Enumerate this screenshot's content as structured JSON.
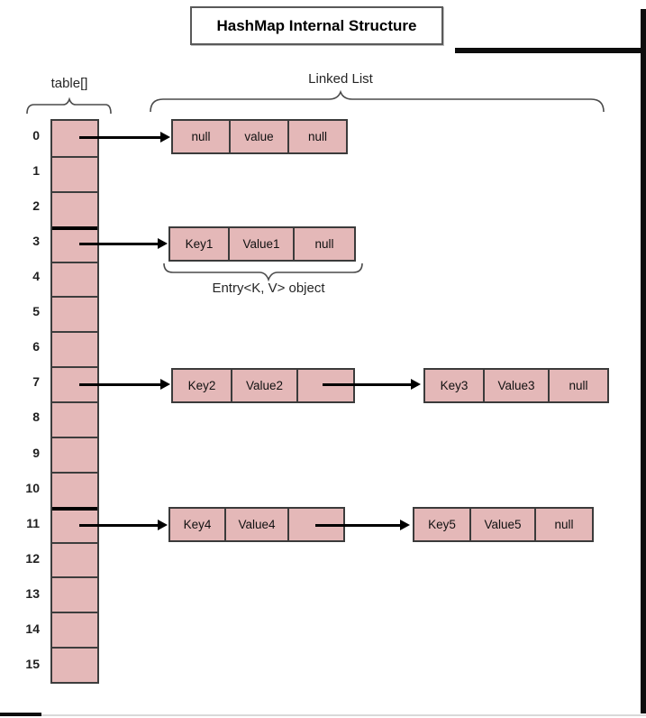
{
  "title": "HashMap Internal Structure",
  "labels": {
    "table": "table[]",
    "linked_list": "Linked List",
    "entry": "Entry<K, V> object"
  },
  "array": {
    "indices": [
      "0",
      "1",
      "2",
      "3",
      "4",
      "5",
      "6",
      "7",
      "8",
      "9",
      "10",
      "11",
      "12",
      "13",
      "14",
      "15"
    ]
  },
  "nodes": [
    {
      "id": "node-row0",
      "row": "0",
      "cells": [
        "null",
        "value",
        "null"
      ]
    },
    {
      "id": "node-row3",
      "row": "3",
      "cells": [
        "Key1",
        "Value1",
        "null"
      ]
    },
    {
      "id": "node-row7-a",
      "row": "7",
      "cells": [
        "Key2",
        "Value2",
        ""
      ]
    },
    {
      "id": "node-row7-b",
      "row": "7",
      "cells": [
        "Key3",
        "Value3",
        "null"
      ]
    },
    {
      "id": "node-row11-a",
      "row": "11",
      "cells": [
        "Key4",
        "Value4",
        ""
      ]
    },
    {
      "id": "node-row11-b",
      "row": "11",
      "cells": [
        "Key5",
        "Value5",
        "null"
      ]
    }
  ],
  "colors": {
    "cell_fill": "#e4b8b8",
    "cell_border": "#3d3d3d",
    "arrow": "#000000",
    "brace": "#4a4a4a",
    "frame": "#0d0d0d"
  }
}
